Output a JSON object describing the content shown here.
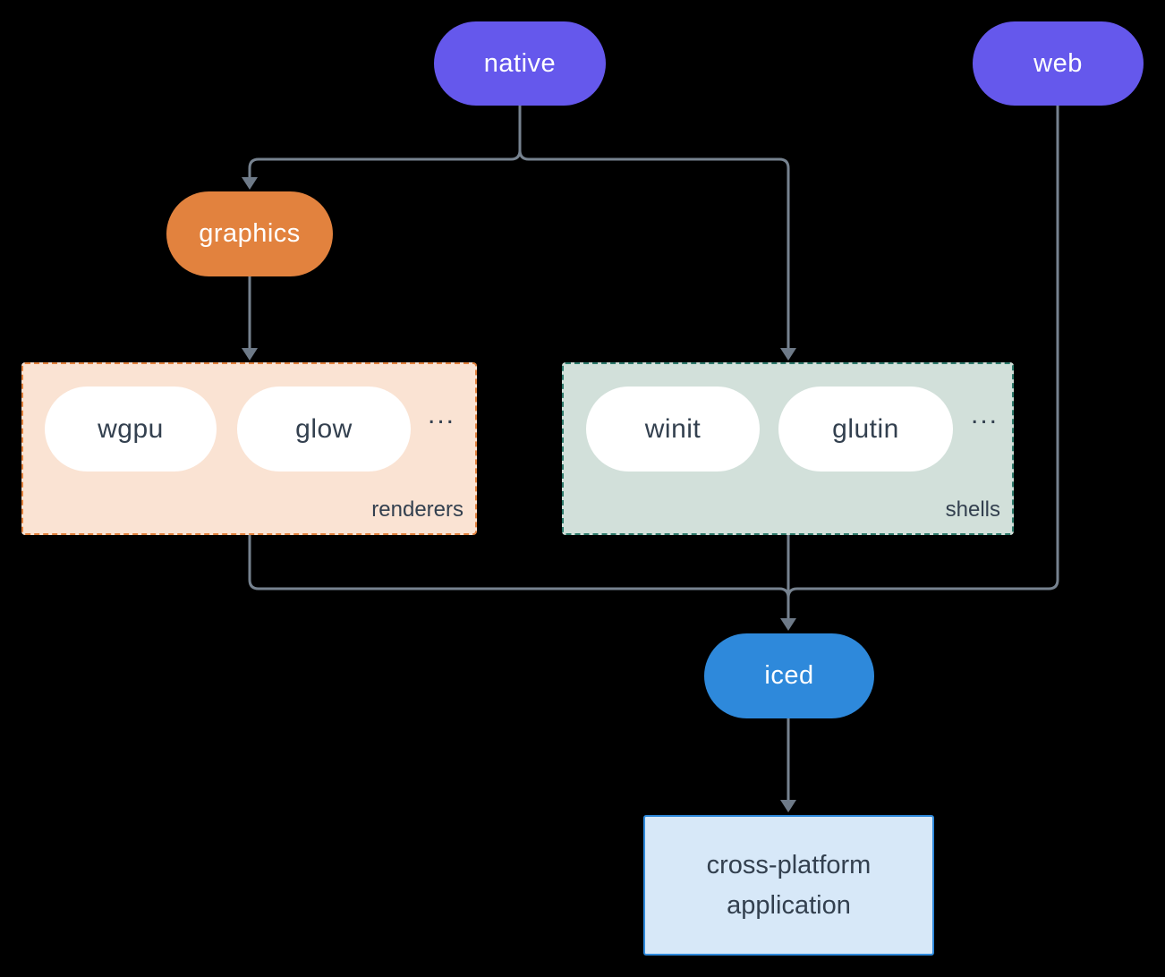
{
  "diagram": {
    "title_implicit": "iced architecture diagram",
    "nodes": {
      "native": {
        "label": "native",
        "color": "#6558EC"
      },
      "web": {
        "label": "web",
        "color": "#6558EC"
      },
      "graphics": {
        "label": "graphics",
        "color": "#E2823E"
      },
      "iced": {
        "label": "iced",
        "color": "#2E89DB"
      },
      "application": {
        "label": "cross-platform application",
        "fill": "#D7E8F8",
        "border": "#2E89DB"
      }
    },
    "groups": {
      "renderers": {
        "label": "renderers",
        "items": [
          "wgpu",
          "glow"
        ],
        "ellipsis": "...",
        "fill": "#FAE3D3",
        "border": "#E2823E"
      },
      "shells": {
        "label": "shells",
        "items": [
          "winit",
          "glutin"
        ],
        "ellipsis": "...",
        "fill": "#D2E0DA",
        "border": "#2E7A6B"
      }
    },
    "edges": [
      "native->graphics",
      "native->shells",
      "graphics->renderers",
      "renderers->iced",
      "shells->iced",
      "web->iced",
      "iced->application"
    ],
    "connector_color": "#76828F",
    "text_dark": "#33404F",
    "background": "#000000"
  }
}
